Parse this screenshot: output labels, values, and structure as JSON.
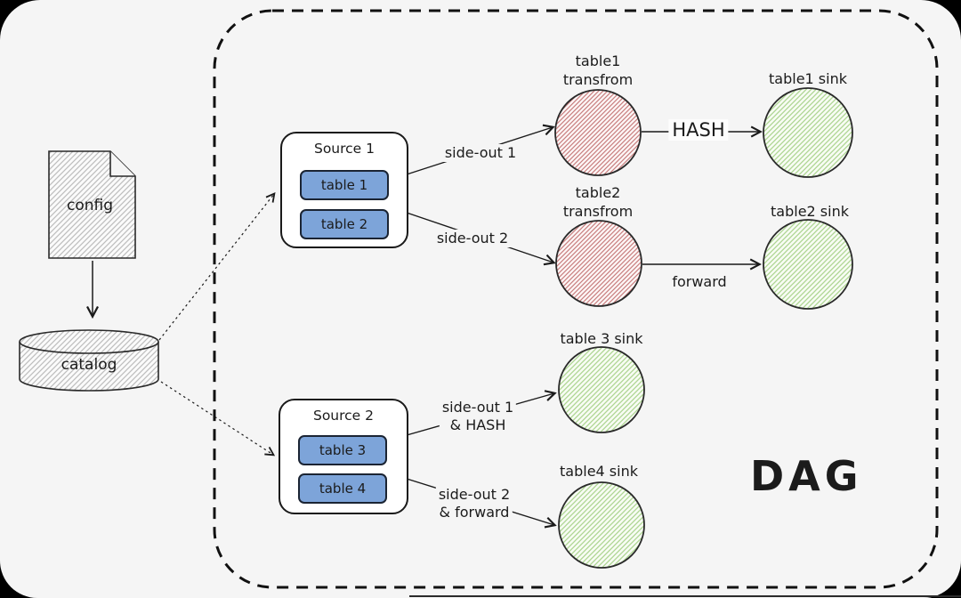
{
  "dag": {
    "title": "DAG"
  },
  "config_node": {
    "label": "config"
  },
  "catalog_node": {
    "label": "catalog"
  },
  "sources": [
    {
      "title": "Source 1",
      "tables": [
        "table 1",
        "table 2"
      ]
    },
    {
      "title": "Source 2",
      "tables": [
        "table 3",
        "table 4"
      ]
    }
  ],
  "transform_nodes": [
    {
      "line1": "table1",
      "line2": "transfrom"
    },
    {
      "line1": "table2",
      "line2": "transfrom"
    }
  ],
  "sink_nodes": [
    "table1 sink",
    "table2 sink",
    "table 3 sink",
    "table4 sink"
  ],
  "edge_labels": {
    "side_out_1": "side-out 1",
    "side_out_2": "side-out 2",
    "hash": "HASH",
    "forward": "forward",
    "side_out_1_hash_line1": "side-out 1",
    "side_out_1_hash_line2": "& HASH",
    "side_out_2_forward_line1": "side-out 2",
    "side_out_2_forward_line2": "& forward"
  },
  "colors": {
    "canvas_bg": "#f5f5f5",
    "frame_bg": "#000000",
    "table_chip_blue": "#7da4d9",
    "transform_hatch_red": "#c87e7e",
    "sink_hatch_green": "#aed693",
    "doc_hatch_gray": "#bdbdbd",
    "stroke": "#1e1e1e"
  }
}
